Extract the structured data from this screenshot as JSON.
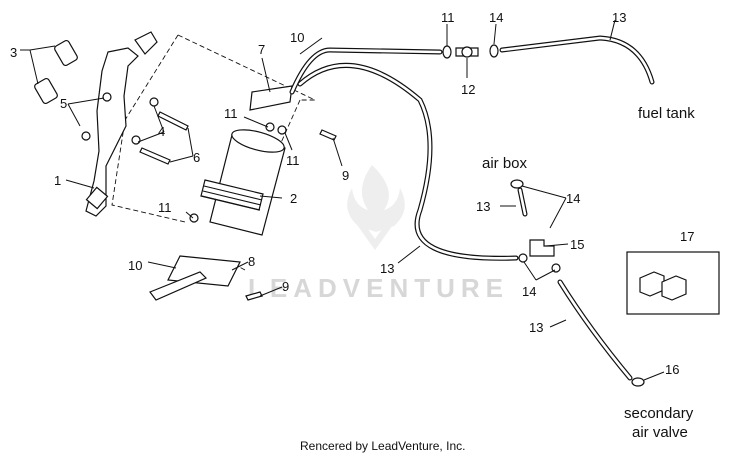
{
  "labels": {
    "fuel_tank": "fuel tank",
    "air_box": "air box",
    "secondary_line1": "secondary",
    "secondary_line2": "air valve"
  },
  "callouts": {
    "c1": "1",
    "c2": "2",
    "c3": "3",
    "c4": "4",
    "c5": "5",
    "c6": "6",
    "c7": "7",
    "c8": "8",
    "c9a": "9",
    "c9b": "9",
    "c10a": "10",
    "c10b": "10",
    "c11a": "11",
    "c11b": "11",
    "c11c": "11",
    "c11d": "11",
    "c12": "12",
    "c13a": "13",
    "c13b": "13",
    "c13c": "13",
    "c13d": "13",
    "c14a": "14",
    "c14b": "14",
    "c14c": "14",
    "c15": "15",
    "c16": "16",
    "c17": "17"
  },
  "watermark": "LEADVENTURE",
  "footer": "Rencered by LeadVenture, Inc."
}
